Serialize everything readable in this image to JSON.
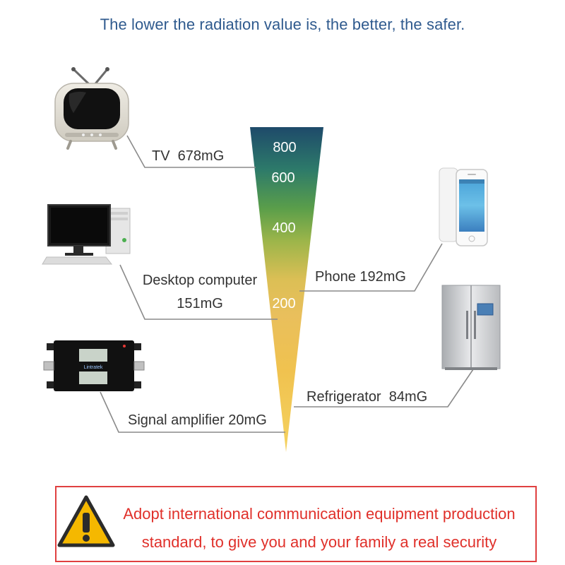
{
  "headline": "The lower the radiation value is, the better, the safer.",
  "scale": {
    "ticks": [
      "800",
      "600",
      "400",
      "200"
    ],
    "colors": {
      "top": "#1f4f6b",
      "mid_green": "#6aa84f",
      "low_yellow": "#f1c232",
      "bottom": "#f7d45a"
    }
  },
  "items": [
    {
      "name": "TV",
      "value": "678mG",
      "label": "TV  678mG",
      "icon": "tv-icon"
    },
    {
      "name": "Desktop computer",
      "value": "151mG",
      "label_line1": "Desktop computer",
      "label_line2": "151mG",
      "icon": "desktop-computer-icon"
    },
    {
      "name": "Signal amplifier",
      "value": "20mG",
      "label": "Signal amplifier 20mG",
      "icon": "signal-amplifier-icon"
    },
    {
      "name": "Phone",
      "value": "192mG",
      "label": "Phone 192mG",
      "icon": "phone-icon"
    },
    {
      "name": "Refrigerator",
      "value": "84mG",
      "label": "Refrigerator  84mG",
      "icon": "refrigerator-icon"
    }
  ],
  "amplifier_brand": "Lintratek",
  "notice": {
    "line1": "Adopt international communication equipment production",
    "line2": "standard, to give you and your family a real security",
    "icon": "warning-icon",
    "border_color": "#e04040",
    "text_color": "#e0302a"
  }
}
